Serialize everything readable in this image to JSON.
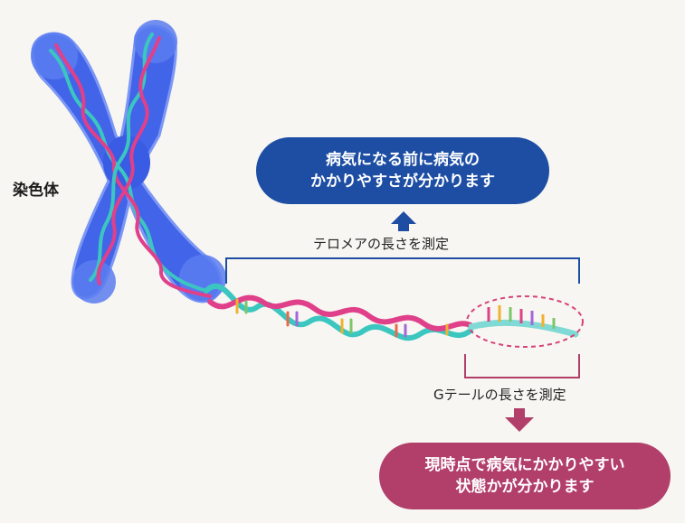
{
  "chromosome_label": "染色体",
  "future_risk": {
    "line1": "病気になる前に病気の",
    "line2": "かかりやすさが分かります"
  },
  "telomere_measure": "テロメアの長さを測定",
  "gtail_measure": "Gテールの長さを測定",
  "current_risk": {
    "line1": "現時点で病気にかかりやすい",
    "line2": "状態かが分かります"
  },
  "colors": {
    "chromosome_body": "#3f62e6",
    "chromosome_outline": "#6f8df2",
    "dna_teal": "#3cc6c0",
    "dna_pink": "#e0408a",
    "future_box": "#1d4ea3",
    "current_box": "#b23e6a",
    "telomere_bracket": "#1d4ea3",
    "gtail_bracket": "#b23e6a"
  }
}
